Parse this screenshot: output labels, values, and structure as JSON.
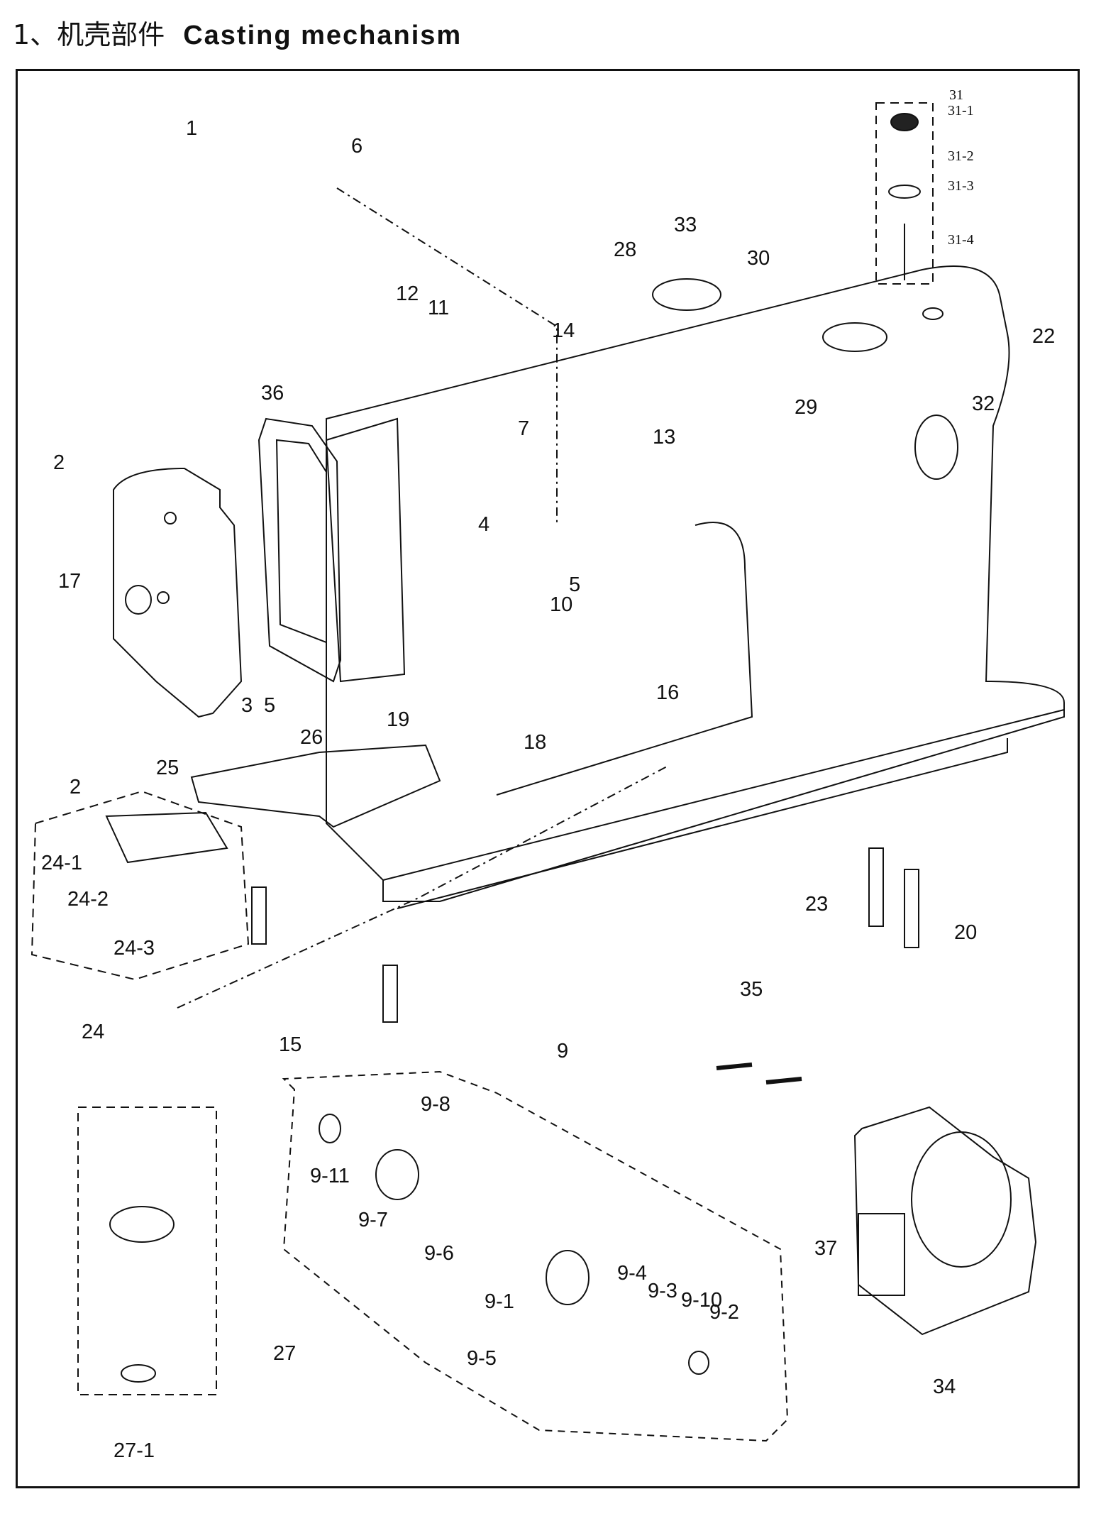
{
  "title": {
    "number": "1、",
    "chinese": "机壳部件",
    "english": "Casting mechanism"
  },
  "callouts": [
    {
      "id": "c1",
      "text": "1"
    },
    {
      "id": "c2a",
      "text": "2"
    },
    {
      "id": "c2b",
      "text": "2"
    },
    {
      "id": "c3",
      "text": "3"
    },
    {
      "id": "c4",
      "text": "4"
    },
    {
      "id": "c5a",
      "text": "5"
    },
    {
      "id": "c5b",
      "text": "5"
    },
    {
      "id": "c6",
      "text": "6"
    },
    {
      "id": "c7",
      "text": "7"
    },
    {
      "id": "c9",
      "text": "9"
    },
    {
      "id": "c10",
      "text": "10"
    },
    {
      "id": "c11",
      "text": "11"
    },
    {
      "id": "c12",
      "text": "12"
    },
    {
      "id": "c13",
      "text": "13"
    },
    {
      "id": "c14",
      "text": "14"
    },
    {
      "id": "c15",
      "text": "15"
    },
    {
      "id": "c16",
      "text": "16"
    },
    {
      "id": "c17",
      "text": "17"
    },
    {
      "id": "c18",
      "text": "18"
    },
    {
      "id": "c19",
      "text": "19"
    },
    {
      "id": "c20",
      "text": "20"
    },
    {
      "id": "c22",
      "text": "22"
    },
    {
      "id": "c23",
      "text": "23"
    },
    {
      "id": "c24",
      "text": "24"
    },
    {
      "id": "c24_1",
      "text": "24-1"
    },
    {
      "id": "c24_2",
      "text": "24-2"
    },
    {
      "id": "c24_3",
      "text": "24-3"
    },
    {
      "id": "c25",
      "text": "25"
    },
    {
      "id": "c26",
      "text": "26"
    },
    {
      "id": "c27",
      "text": "27"
    },
    {
      "id": "c27_1",
      "text": "27-1"
    },
    {
      "id": "c28",
      "text": "28"
    },
    {
      "id": "c29",
      "text": "29"
    },
    {
      "id": "c30",
      "text": "30"
    },
    {
      "id": "c31",
      "text": "31"
    },
    {
      "id": "c31_1",
      "text": "31-1"
    },
    {
      "id": "c31_2",
      "text": "31-2"
    },
    {
      "id": "c31_3",
      "text": "31-3"
    },
    {
      "id": "c31_4",
      "text": "31-4"
    },
    {
      "id": "c32",
      "text": "32"
    },
    {
      "id": "c33",
      "text": "33"
    },
    {
      "id": "c34",
      "text": "34"
    },
    {
      "id": "c35",
      "text": "35"
    },
    {
      "id": "c36",
      "text": "36"
    },
    {
      "id": "c37",
      "text": "37"
    },
    {
      "id": "c9_1",
      "text": "9-1"
    },
    {
      "id": "c9_2",
      "text": "9-2"
    },
    {
      "id": "c9_3",
      "text": "9-3"
    },
    {
      "id": "c9_4",
      "text": "9-4"
    },
    {
      "id": "c9_5",
      "text": "9-5"
    },
    {
      "id": "c9_6",
      "text": "9-6"
    },
    {
      "id": "c9_7",
      "text": "9-7"
    },
    {
      "id": "c9_8",
      "text": "9-8"
    },
    {
      "id": "c9_10",
      "text": "9-10"
    },
    {
      "id": "c9_11",
      "text": "9-11"
    }
  ]
}
